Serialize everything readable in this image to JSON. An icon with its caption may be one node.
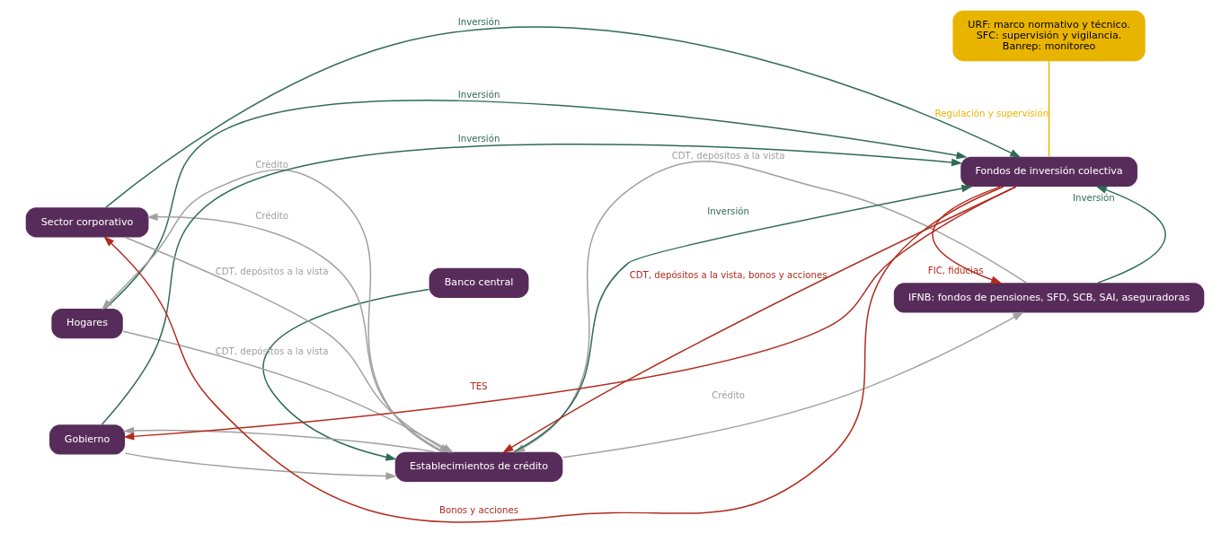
{
  "diagram": {
    "nodes": [
      {
        "text": [
          "Banco central"
        ]
      },
      {
        "text": [
          "Hogares"
        ]
      },
      {
        "text": [
          "IFNB: fondos de pensiones, SFD, SCB, SAI, aseguradoras"
        ]
      },
      {
        "text": [
          "Establecimientos de crédito"
        ]
      },
      {
        "text": [
          "Gobierno"
        ]
      },
      {
        "text": [
          "Fondos de inversión colectiva"
        ]
      },
      {
        "text": [
          "Sector corporativo"
        ]
      },
      {
        "text": [
          "URF: marco normativo y técnico.",
          "SFC: supervisión y vigilancia.",
          "Banrep: monitoreo"
        ]
      }
    ],
    "edges": [
      {
        "from": 0,
        "to": 3,
        "arrow": "to",
        "color": "#2e6b55"
      },
      {
        "from": 3,
        "to": 2,
        "arrow": "to",
        "label": "Crédito"
      },
      {
        "from": 2,
        "to": 3,
        "arrow": "to",
        "label": "CDT, depósitos a la vista"
      },
      {
        "from": 1,
        "to": 5,
        "arrow": "to",
        "label": "Inversión",
        "color": "#2e6b55"
      },
      {
        "from": 3,
        "to": 1,
        "arrow": "to",
        "label": "Crédito"
      },
      {
        "from": 3,
        "to": 4,
        "arrow": "to"
      },
      {
        "from": 1,
        "to": 3,
        "arrow": "to",
        "label": "CDT, depósitos a la vista"
      },
      {
        "from": 4,
        "to": 3,
        "arrow": "to"
      },
      {
        "from": 3,
        "to": 5,
        "arrow": "to",
        "label": "Inversión",
        "color": "#2e6b55"
      },
      {
        "from": 2,
        "to": 5,
        "arrow": "to",
        "label": "Inversión",
        "color": "#2e6b55"
      },
      {
        "from": 5,
        "to": 2,
        "arrow": "to",
        "label": "FIC, fiducias",
        "color": "#b22a1e"
      },
      {
        "from": 4,
        "to": 5,
        "arrow": "to",
        "label": "Inversión",
        "color": "#2e6b55"
      },
      {
        "from": 6,
        "to": 3,
        "arrow": "to",
        "label": "CDT, depósitos a la vista"
      },
      {
        "from": 5,
        "to": 3,
        "arrow": "to",
        "label": "CDT, depósitos a la vista, bonos y acciones",
        "color": "#b22a1e"
      },
      {
        "from": 5,
        "to": 4,
        "arrow": "to",
        "label": "TES",
        "color": "#b22a1e"
      },
      {
        "from": 3,
        "to": 6,
        "arrow": "to",
        "label": "Crédito"
      },
      {
        "from": 6,
        "to": 5,
        "arrow": "to",
        "label": "Inversión",
        "color": "#2e6b55"
      },
      {
        "from": 5,
        "to": 6,
        "arrow": "to",
        "label": "Bonos y acciones",
        "color": "#b22a1e"
      },
      {
        "from": 7,
        "to": 5,
        "arrow": "none",
        "label": "Regulación y supervisión",
        "color": "#e9b400"
      }
    ]
  }
}
